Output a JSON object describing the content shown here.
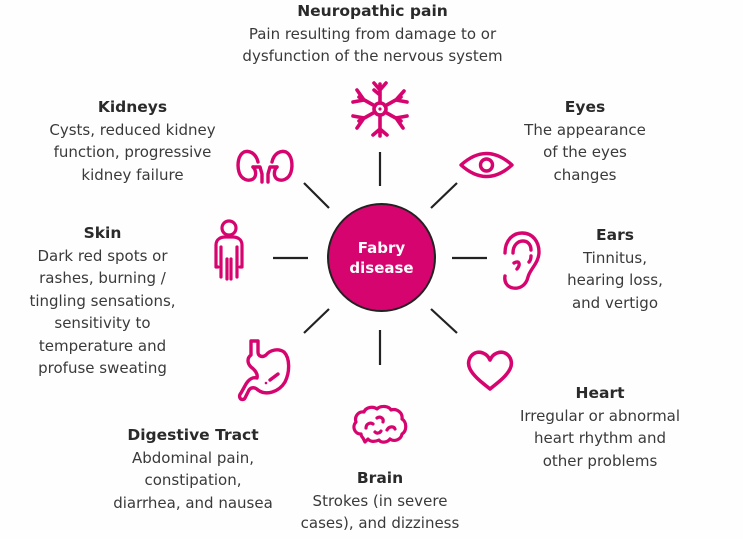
{
  "center": {
    "label": "Fabry\ndisease"
  },
  "colors": {
    "accent": "#d6046e",
    "spoke": "#222222",
    "text": "#333333"
  },
  "organs": [
    {
      "id": "neuropathic-pain",
      "icon": "neuron-icon",
      "title": "Neuropathic pain",
      "description": "Pain resulting from damage to or\ndysfunction of the nervous system"
    },
    {
      "id": "eyes",
      "icon": "eye-icon",
      "title": "Eyes",
      "description": "The appearance\nof the eyes\nchanges"
    },
    {
      "id": "ears",
      "icon": "ear-icon",
      "title": "Ears",
      "description": "Tinnitus,\nhearing loss,\nand vertigo"
    },
    {
      "id": "heart",
      "icon": "heart-icon",
      "title": "Heart",
      "description": "Irregular or abnormal\nheart rhythm and\nother problems"
    },
    {
      "id": "brain",
      "icon": "brain-icon",
      "title": "Brain",
      "description": "Strokes (in severe\ncases), and dizziness"
    },
    {
      "id": "digestive-tract",
      "icon": "stomach-icon",
      "title": "Digestive Tract",
      "description": "Abdominal pain,\nconstipation,\ndiarrhea, and nausea"
    },
    {
      "id": "skin",
      "icon": "person-icon",
      "title": "Skin",
      "description": "Dark red spots or\nrashes, burning /\ntingling sensations,\nsensitivity to\ntemperature and\nprofuse sweating"
    },
    {
      "id": "kidneys",
      "icon": "kidneys-icon",
      "title": "Kidneys",
      "description": "Cysts, reduced kidney\nfunction, progressive\nkidney failure"
    }
  ]
}
